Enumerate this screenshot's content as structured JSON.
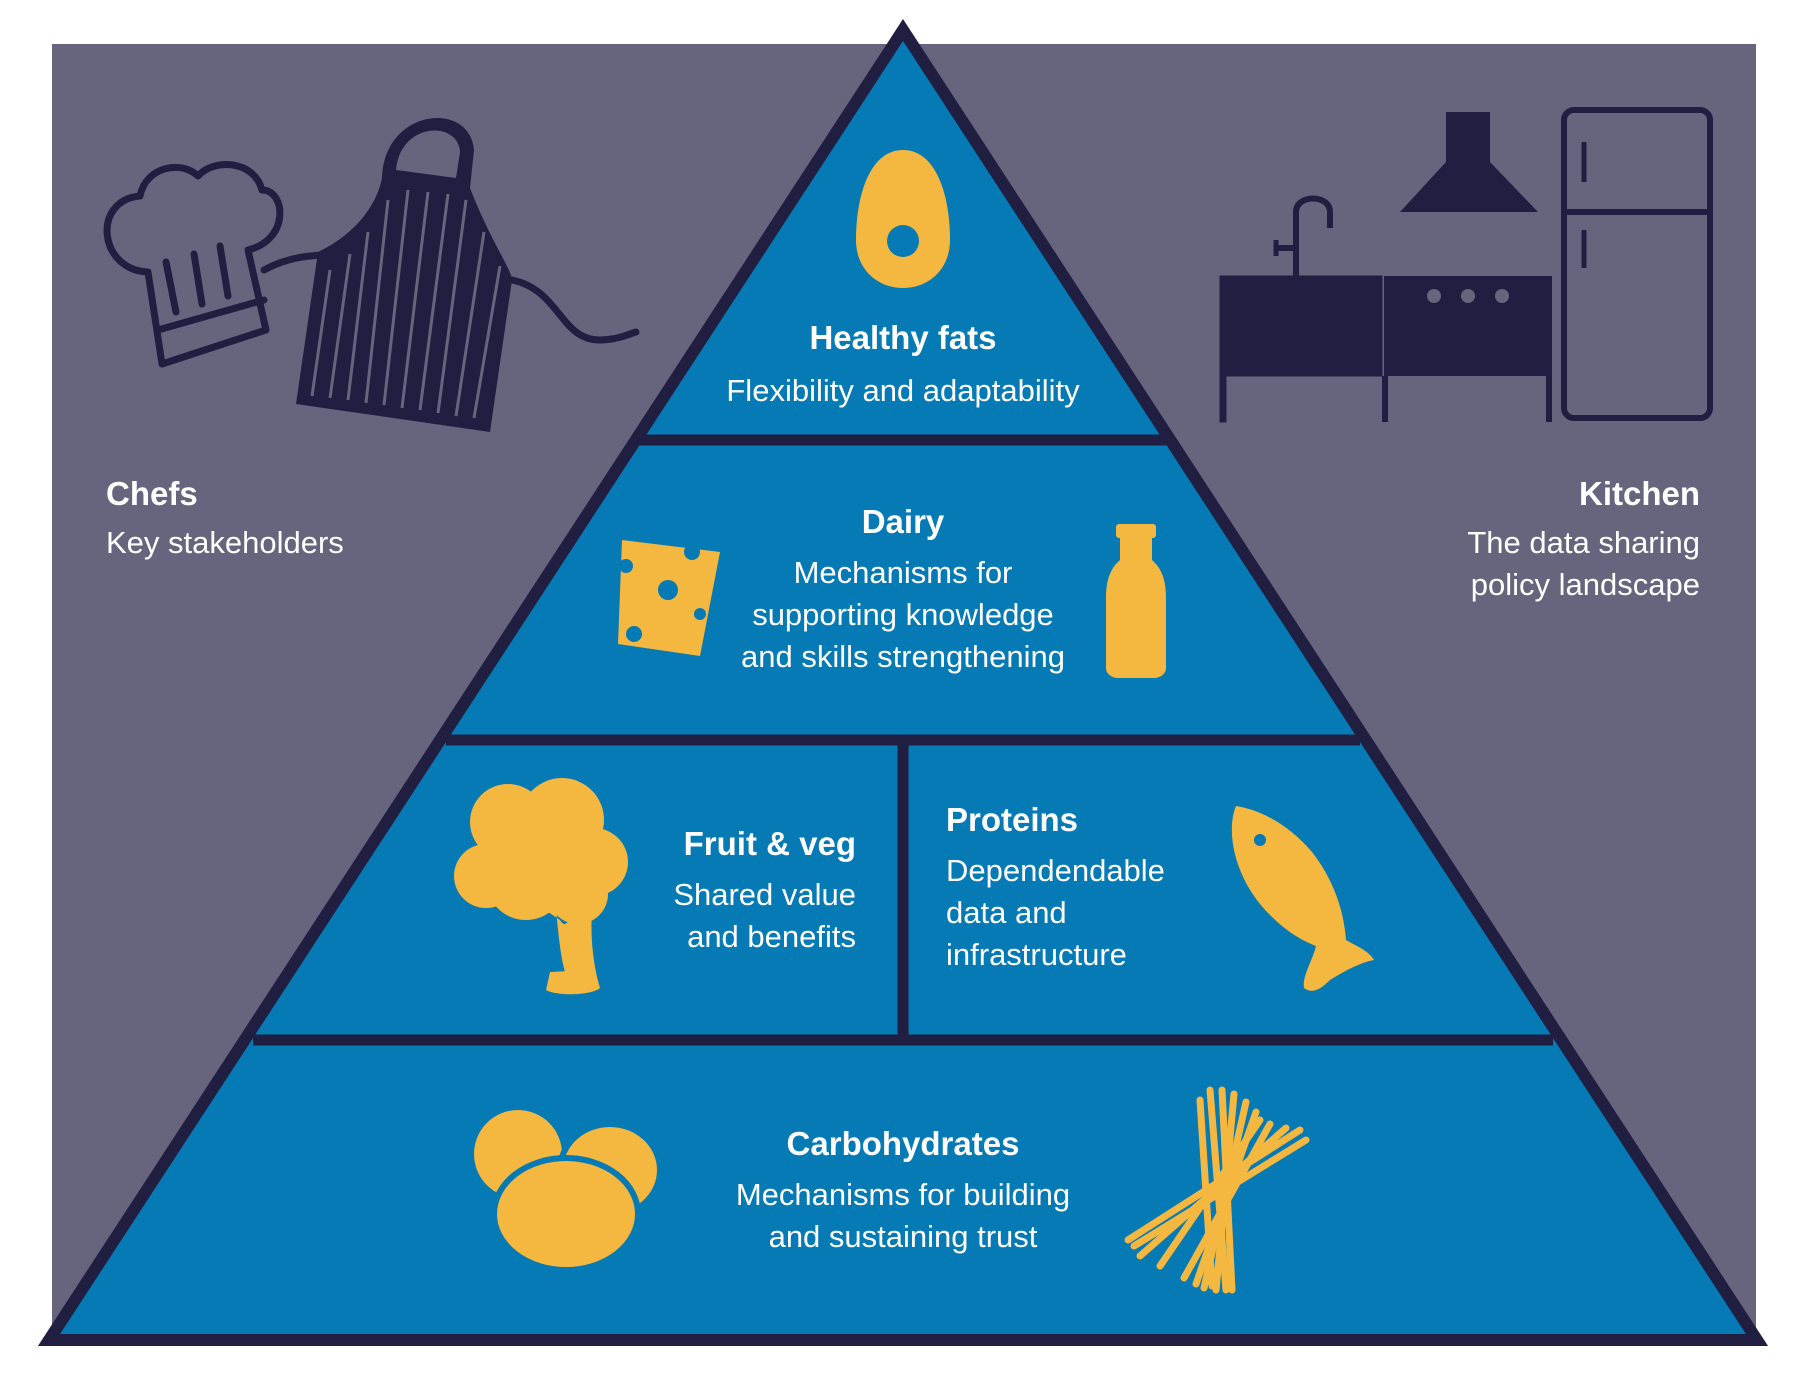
{
  "colors": {
    "background_panel": "#66657D",
    "pyramid_fill": "#057AB4",
    "outline": "#201F42",
    "icon_yellow": "#F4B740",
    "text": "#FFFFFF"
  },
  "left_panel": {
    "title": "Chefs",
    "description": "Key stakeholders",
    "icons": [
      "chef-hat-icon",
      "apron-icon"
    ]
  },
  "right_panel": {
    "title": "Kitchen",
    "description_lines": [
      "The data sharing",
      "policy landscape"
    ],
    "icons": [
      "sink-icon",
      "cooker-hood-icon",
      "stove-icon",
      "fridge-icon"
    ]
  },
  "pyramid": {
    "tiers": [
      {
        "id": "healthy-fats",
        "title": "Healthy fats",
        "description_lines": [
          "Flexibility and adaptability"
        ],
        "icons": [
          "avocado-icon"
        ]
      },
      {
        "id": "dairy",
        "title": "Dairy",
        "description_lines": [
          "Mechanisms for",
          "supporting knowledge",
          "and skills strengthening"
        ],
        "icons": [
          "cheese-icon",
          "milk-bottle-icon"
        ]
      },
      {
        "id": "fruit-veg",
        "title": "Fruit & veg",
        "description_lines": [
          "Shared value",
          "and benefits"
        ],
        "icons": [
          "broccoli-icon"
        ]
      },
      {
        "id": "proteins",
        "title": "Proteins",
        "description_lines": [
          "Dependendable",
          "data and",
          "infrastructure"
        ],
        "icons": [
          "fish-icon"
        ]
      },
      {
        "id": "carbohydrates",
        "title": "Carbohydrates",
        "description_lines": [
          "Mechanisms for building",
          "and sustaining trust"
        ],
        "icons": [
          "potatoes-icon",
          "spaghetti-icon"
        ]
      }
    ]
  }
}
